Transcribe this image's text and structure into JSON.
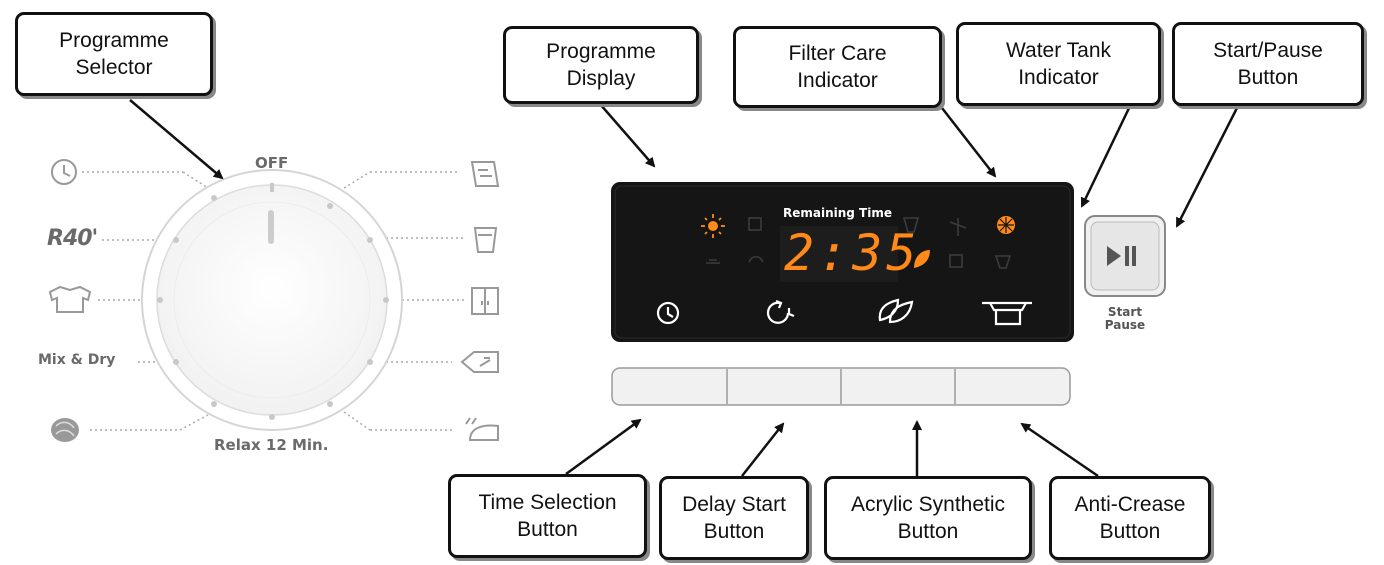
{
  "callouts": {
    "programme_selector": "Programme\nSelector",
    "programme_display": "Programme\nDisplay",
    "filter_care": "Filter Care\nIndicator",
    "water_tank": "Water Tank\nIndicator",
    "start_pause_button": "Start/Pause\nButton",
    "time_selection": "Time Selection\nButton",
    "delay_start": "Delay Start\nButton",
    "acrylic_synthetic": "Acrylic Synthetic\nButton",
    "anti_crease": "Anti-Crease\nButton"
  },
  "dial": {
    "off_label": "OFF",
    "relax_label": "Relax 12 Min.",
    "r40_label": "R40'",
    "mixdry_label": "Mix & Dry"
  },
  "display": {
    "remaining_time_label": "Remaining Time",
    "time": "2:35",
    "accent_color": "#ff8a1a"
  },
  "start_pause": {
    "label": "Start\nPause",
    "glyph": "▶II"
  }
}
